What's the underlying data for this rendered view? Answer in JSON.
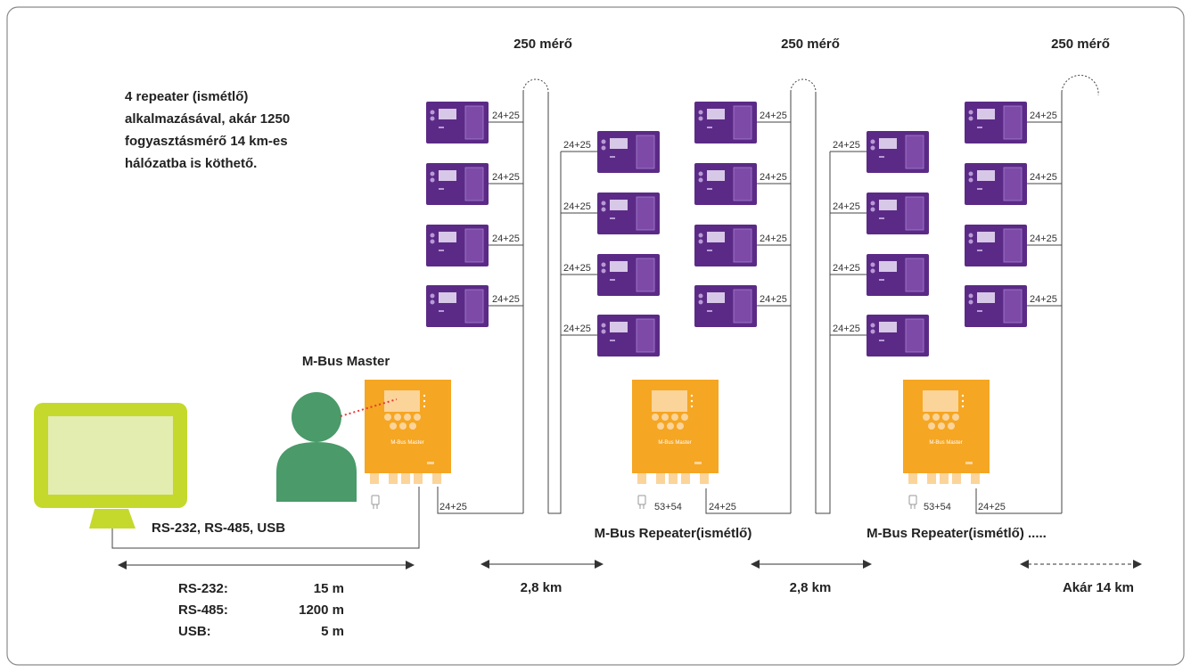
{
  "headings": {
    "meters_1": "250 mérő",
    "meters_2": "250 mérő",
    "meters_3": "250 mérő"
  },
  "intro_text": [
    "4 repeater (ismétlő)",
    "alkalmazásával, akár 1250",
    "fogyasztásmérő 14 km-es",
    "hálózatba is köthető."
  ],
  "master_label": "M-Bus Master",
  "device_screen_text": "M-Bus Master",
  "repeater_label_1": "M-Bus Repeater(ismétlő)",
  "repeater_label_2": "M-Bus Repeater(ismétlő) .....",
  "interfaces_label": "RS-232, RS-485, USB",
  "terminal_label": "24+25",
  "power_terminal_label": "53+54",
  "distances": {
    "segment_1": "2,8  km",
    "segment_2": "2,8  km",
    "total": "Akár 14 km"
  },
  "cable_lengths": [
    {
      "type": "RS-232:",
      "length": "15 m"
    },
    {
      "type": "RS-485:",
      "length": "1200 m"
    },
    {
      "type": "USB:",
      "length": "5 m"
    }
  ],
  "colors": {
    "meter_purple": "#5b2a86",
    "device_orange": "#f5a623",
    "monitor_green": "#c5d92d",
    "person_green": "#4a9a6a"
  }
}
